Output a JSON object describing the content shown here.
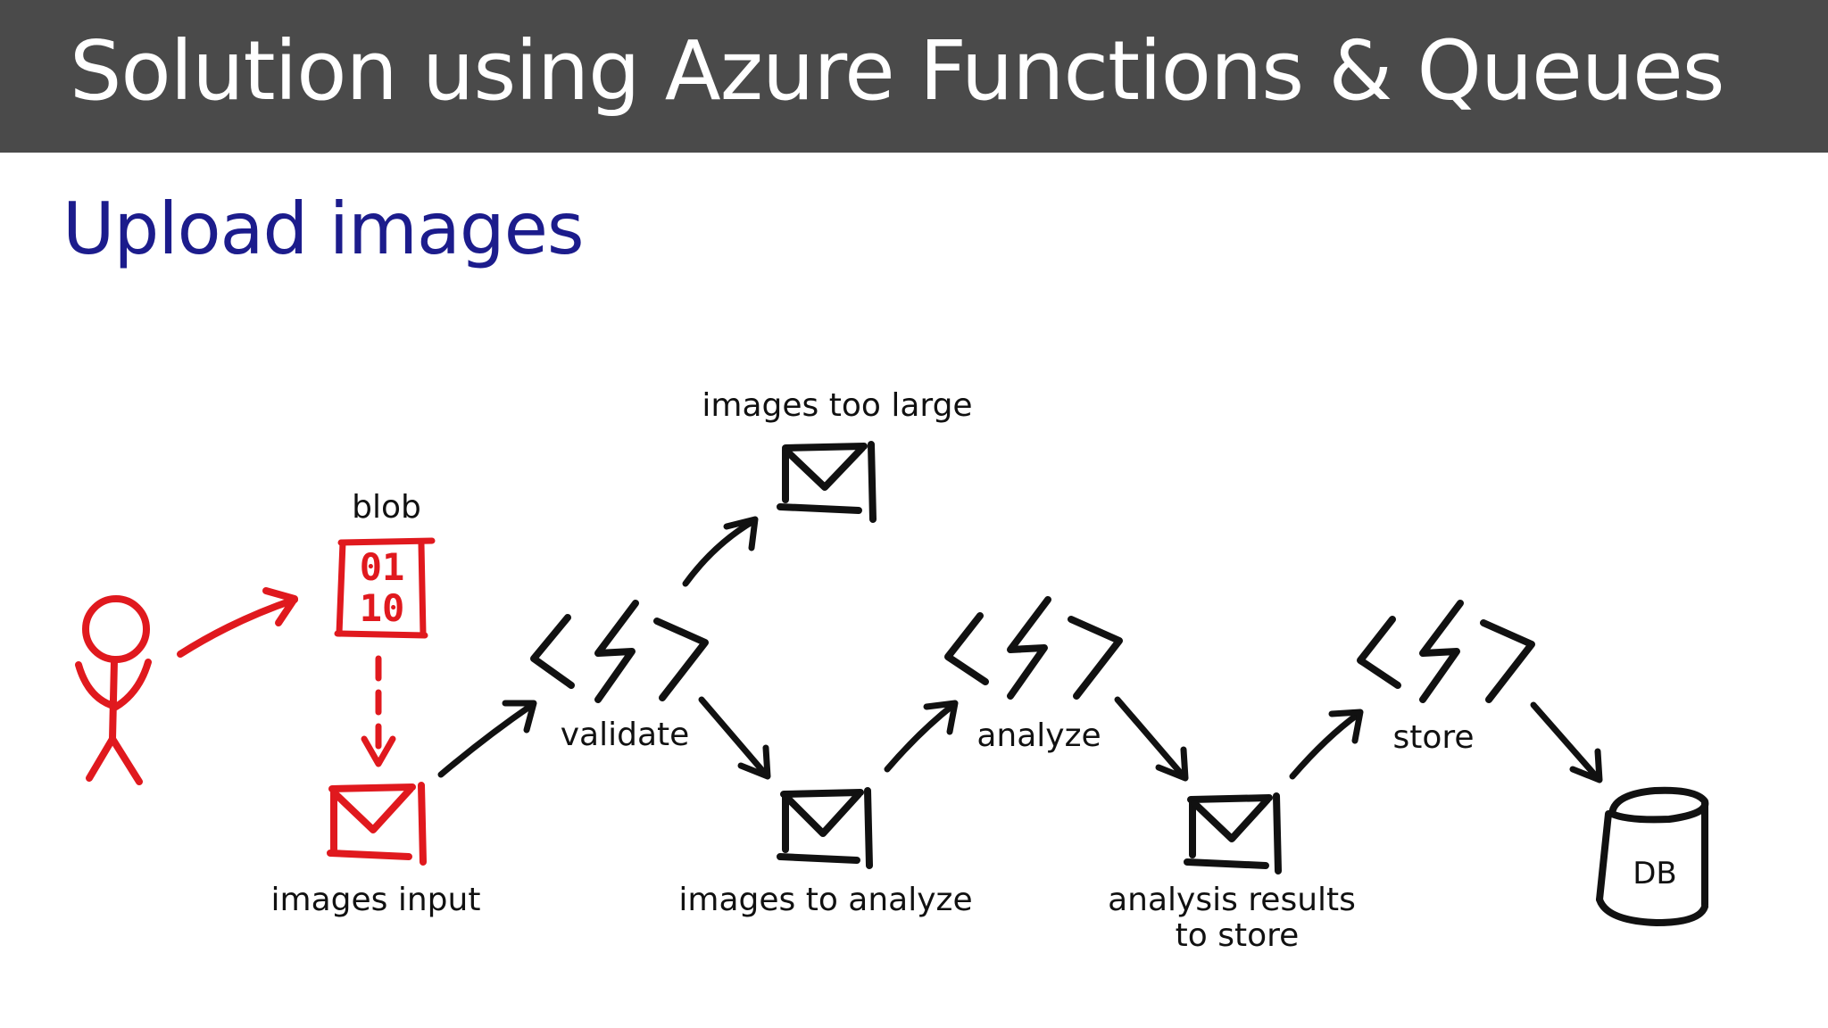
{
  "slide": {
    "title": "Solution using Azure Functions & Queues",
    "subtitle": "Upload images"
  },
  "diagram": {
    "user": {
      "icon": "stick-figure-user-icon",
      "color": "#e0191e"
    },
    "blob": {
      "label": "blob",
      "bits_top": "01",
      "bits_bottom": "10",
      "icon": "blob-storage-icon",
      "color": "#e0191e"
    },
    "queues": {
      "images_input": {
        "label": "images input",
        "icon": "queue-envelope-icon",
        "color": "#e0191e"
      },
      "images_too_large": {
        "label": "images too large",
        "icon": "queue-envelope-icon"
      },
      "images_to_analyze": {
        "label": "images to analyze",
        "icon": "queue-envelope-icon"
      },
      "analysis_results_line1": "analysis results",
      "analysis_results_line2": "to store"
    },
    "functions": {
      "validate": {
        "label": "validate",
        "icon": "azure-function-icon"
      },
      "analyze": {
        "label": "analyze",
        "icon": "azure-function-icon"
      },
      "store": {
        "label": "store",
        "icon": "azure-function-icon"
      }
    },
    "database": {
      "label": "DB",
      "icon": "database-cylinder-icon"
    }
  },
  "colors": {
    "title_bar": "#4a4a4a",
    "title_text": "#ffffff",
    "subtitle": "#1c1c8c",
    "highlight_red": "#e0191e",
    "ink": "#111111"
  }
}
